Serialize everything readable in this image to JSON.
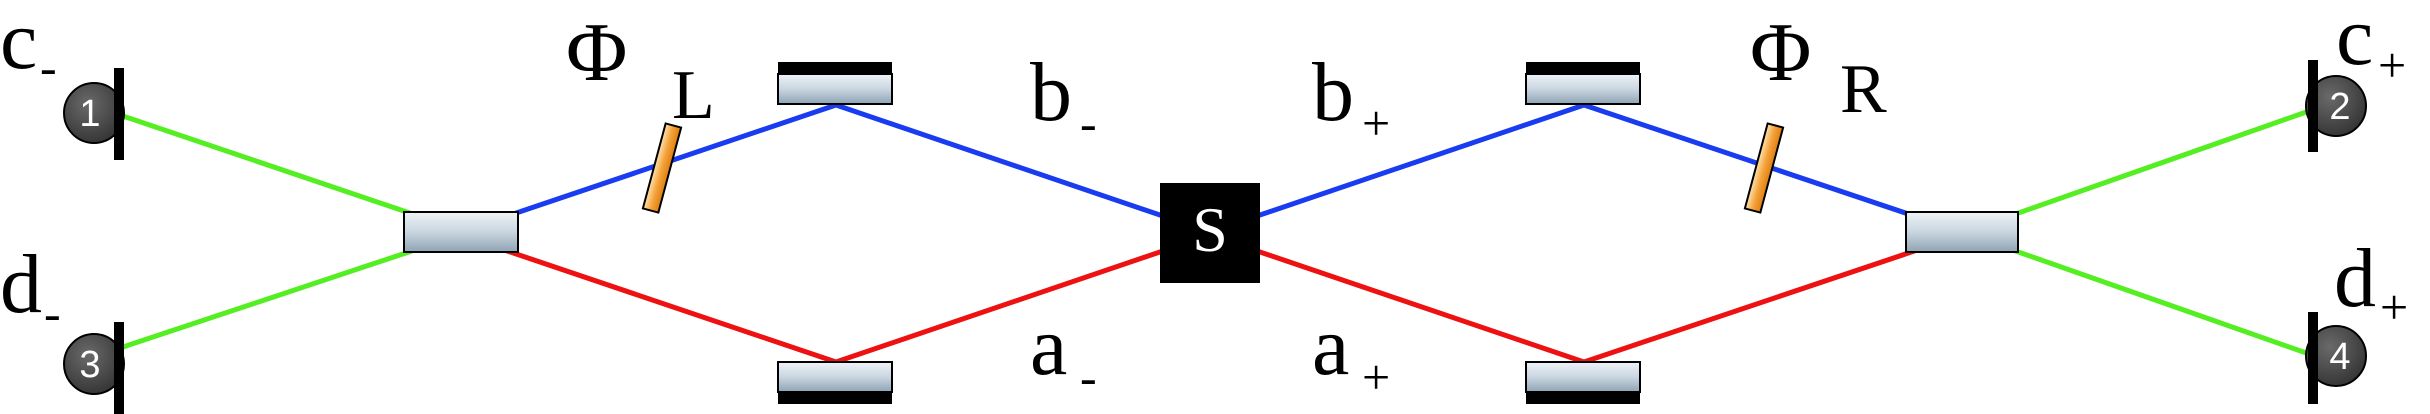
{
  "diagram": {
    "labels": {
      "c_minus": "c",
      "c_minus_sub": "-",
      "d_minus": "d",
      "d_minus_sub": "-",
      "c_plus": "c",
      "c_plus_sub": "+",
      "d_plus": "d",
      "d_plus_sub": "+",
      "phi_left": "Φ",
      "phi_left_sub": "L",
      "phi_right": "Φ",
      "phi_right_sub": "R",
      "b_minus": "b",
      "b_minus_sub": "-",
      "b_plus": "b",
      "b_plus_sub": "+",
      "a_minus": "a",
      "a_minus_sub": "-",
      "a_plus": "a",
      "a_plus_sub": "+",
      "source": "S"
    },
    "detectors": [
      "1",
      "2",
      "3",
      "4"
    ],
    "colors": {
      "green_path": "#55ee22",
      "blue_path": "#1a3cf0",
      "red_path": "#ee1111",
      "phase_plate": "#f4a23a",
      "detector": "#4a4a4a",
      "splitter": "#c9d6e0"
    }
  }
}
